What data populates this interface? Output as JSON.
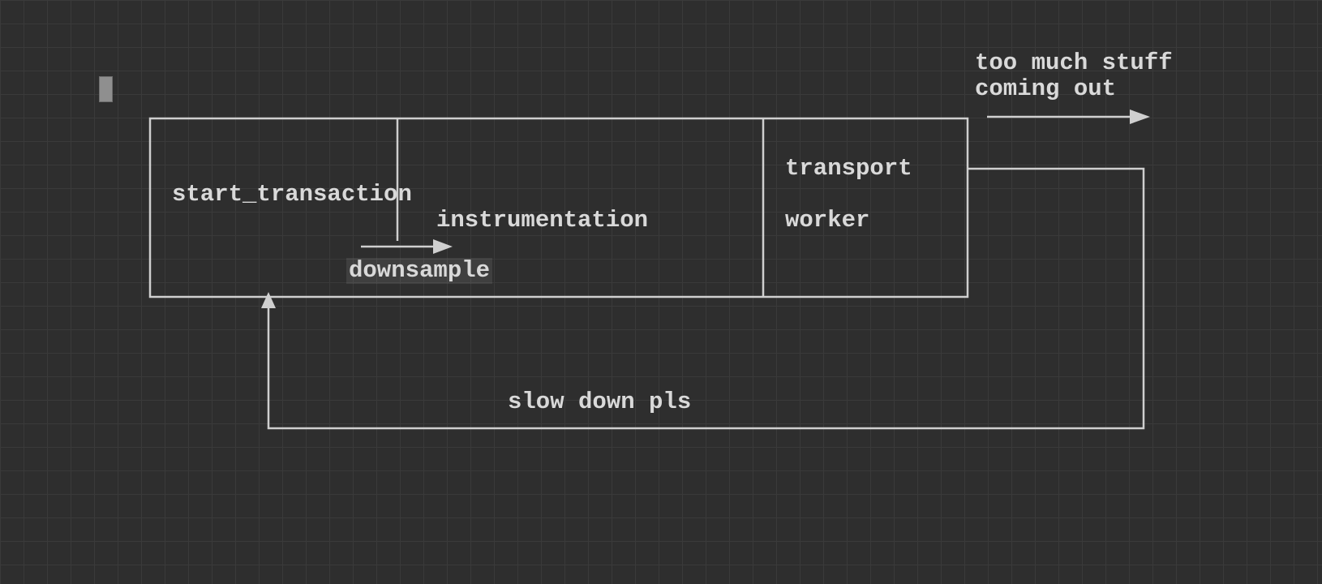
{
  "canvas": {
    "background_color": "#2e2e2e",
    "grid_color": "#3a3a3a",
    "stroke_color": "#cfcfcf",
    "text_color": "#d9d9d9"
  },
  "diagram": {
    "nodes": {
      "start_transaction": "start_transaction",
      "instrumentation": "instrumentation",
      "downsample": "downsample",
      "transport": "transport",
      "worker": "worker"
    },
    "annotations": {
      "too_much_stuff": "too much stuff\ncoming out",
      "slow_down": "slow down pls"
    }
  }
}
